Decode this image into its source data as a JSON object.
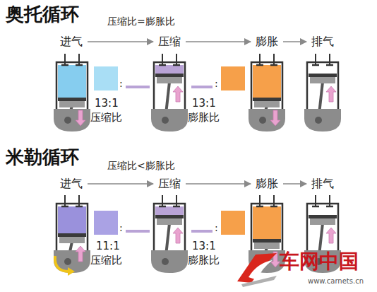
{
  "diagram": {
    "nodes": [
      {
        "text": [
          "进气"
        ]
      },
      {
        "text": [
          "压缩"
        ]
      },
      {
        "text": [
          "膨胀"
        ]
      },
      {
        "text": [
          "排气"
        ]
      },
      {
        "text": [
          "进气"
        ]
      },
      {
        "text": [
          "压缩"
        ]
      },
      {
        "text": [
          "膨胀"
        ]
      },
      {
        "text": [
          "排气"
        ]
      }
    ],
    "edges": [
      {
        "from": 0,
        "to": 1,
        "arrow": "to"
      },
      {
        "from": 1,
        "to": 2,
        "arrow": "to"
      },
      {
        "from": 2,
        "to": 3,
        "arrow": "to"
      },
      {
        "from": 4,
        "to": 5,
        "arrow": "to"
      },
      {
        "from": 5,
        "to": 6,
        "arrow": "to"
      },
      {
        "from": 6,
        "to": 7,
        "arrow": "to"
      }
    ],
    "labels": [
      "奥托循环",
      "压缩比=膨胀比",
      "13:1",
      "压缩比",
      "13:1",
      "膨胀比",
      ":",
      ":",
      "米勒循环",
      "压缩比<膨胀比",
      "11:1",
      "压缩比",
      "13:1",
      "膨胀比",
      ":",
      ":",
      "车网中国",
      "www.carnets.cn"
    ]
  }
}
